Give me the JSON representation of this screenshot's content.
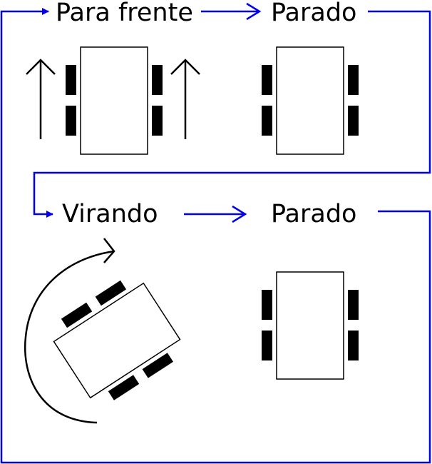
{
  "colors": {
    "flow": "#0000ee",
    "ink": "#000000",
    "body_fill": "#ffffff"
  },
  "states": {
    "forward": "Para frente",
    "stopped_1": "Parado",
    "turning": "Virando",
    "stopped_2": "Parado"
  }
}
